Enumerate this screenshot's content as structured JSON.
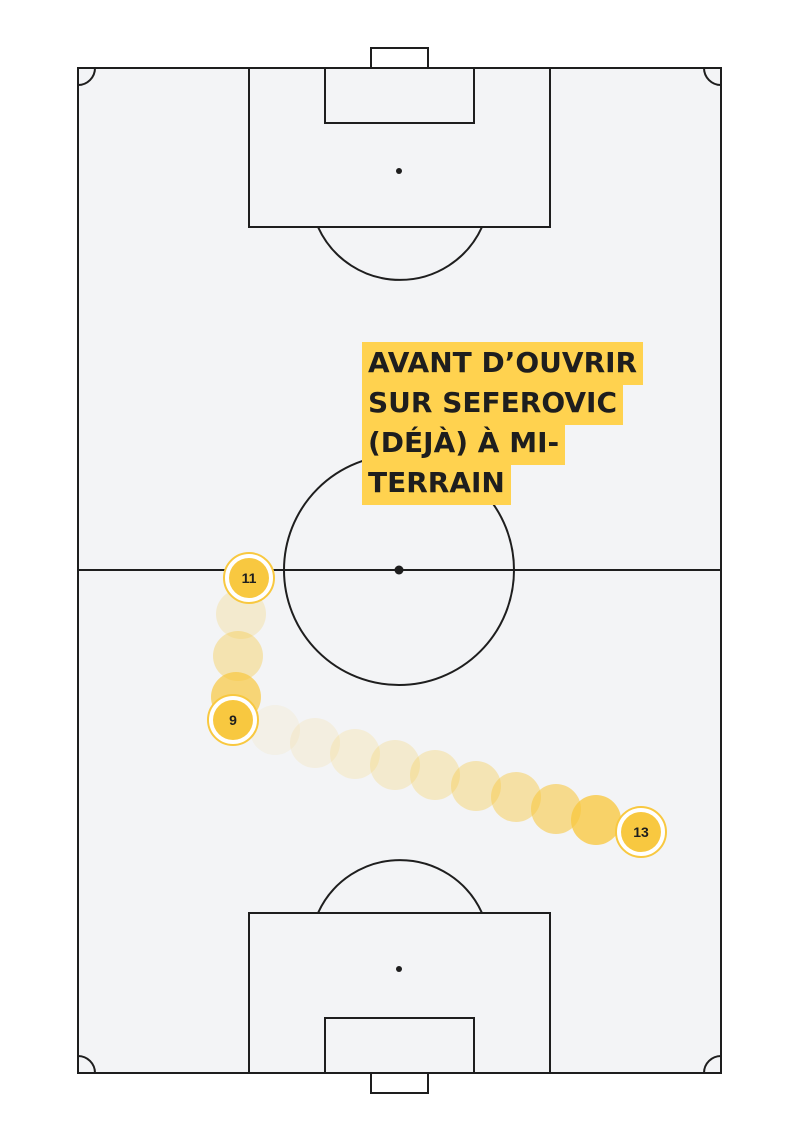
{
  "caption": "AVANT D’OUVRIR SUR SEFEROVIC (DÉJÀ) À MI-TERRAIN",
  "colors": {
    "pitch": "#f3f4f6",
    "lines": "#1e1e1e",
    "accent": "#ffd24f",
    "player": "#f8c840"
  },
  "players": [
    {
      "number": "11"
    },
    {
      "number": "9"
    },
    {
      "number": "13"
    }
  ]
}
